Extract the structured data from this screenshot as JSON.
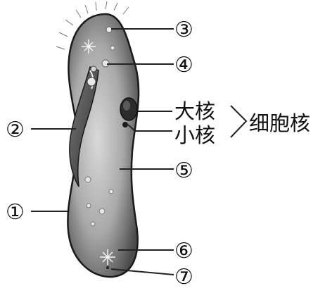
{
  "labels": {
    "part_1": "①",
    "part_2": "②",
    "part_3": "③",
    "part_4": "④",
    "part_5": "⑤",
    "part_6": "⑥",
    "part_7": "⑦",
    "macronucleus": "大核",
    "micronucleus": "小核",
    "nucleus": "细胞核"
  }
}
